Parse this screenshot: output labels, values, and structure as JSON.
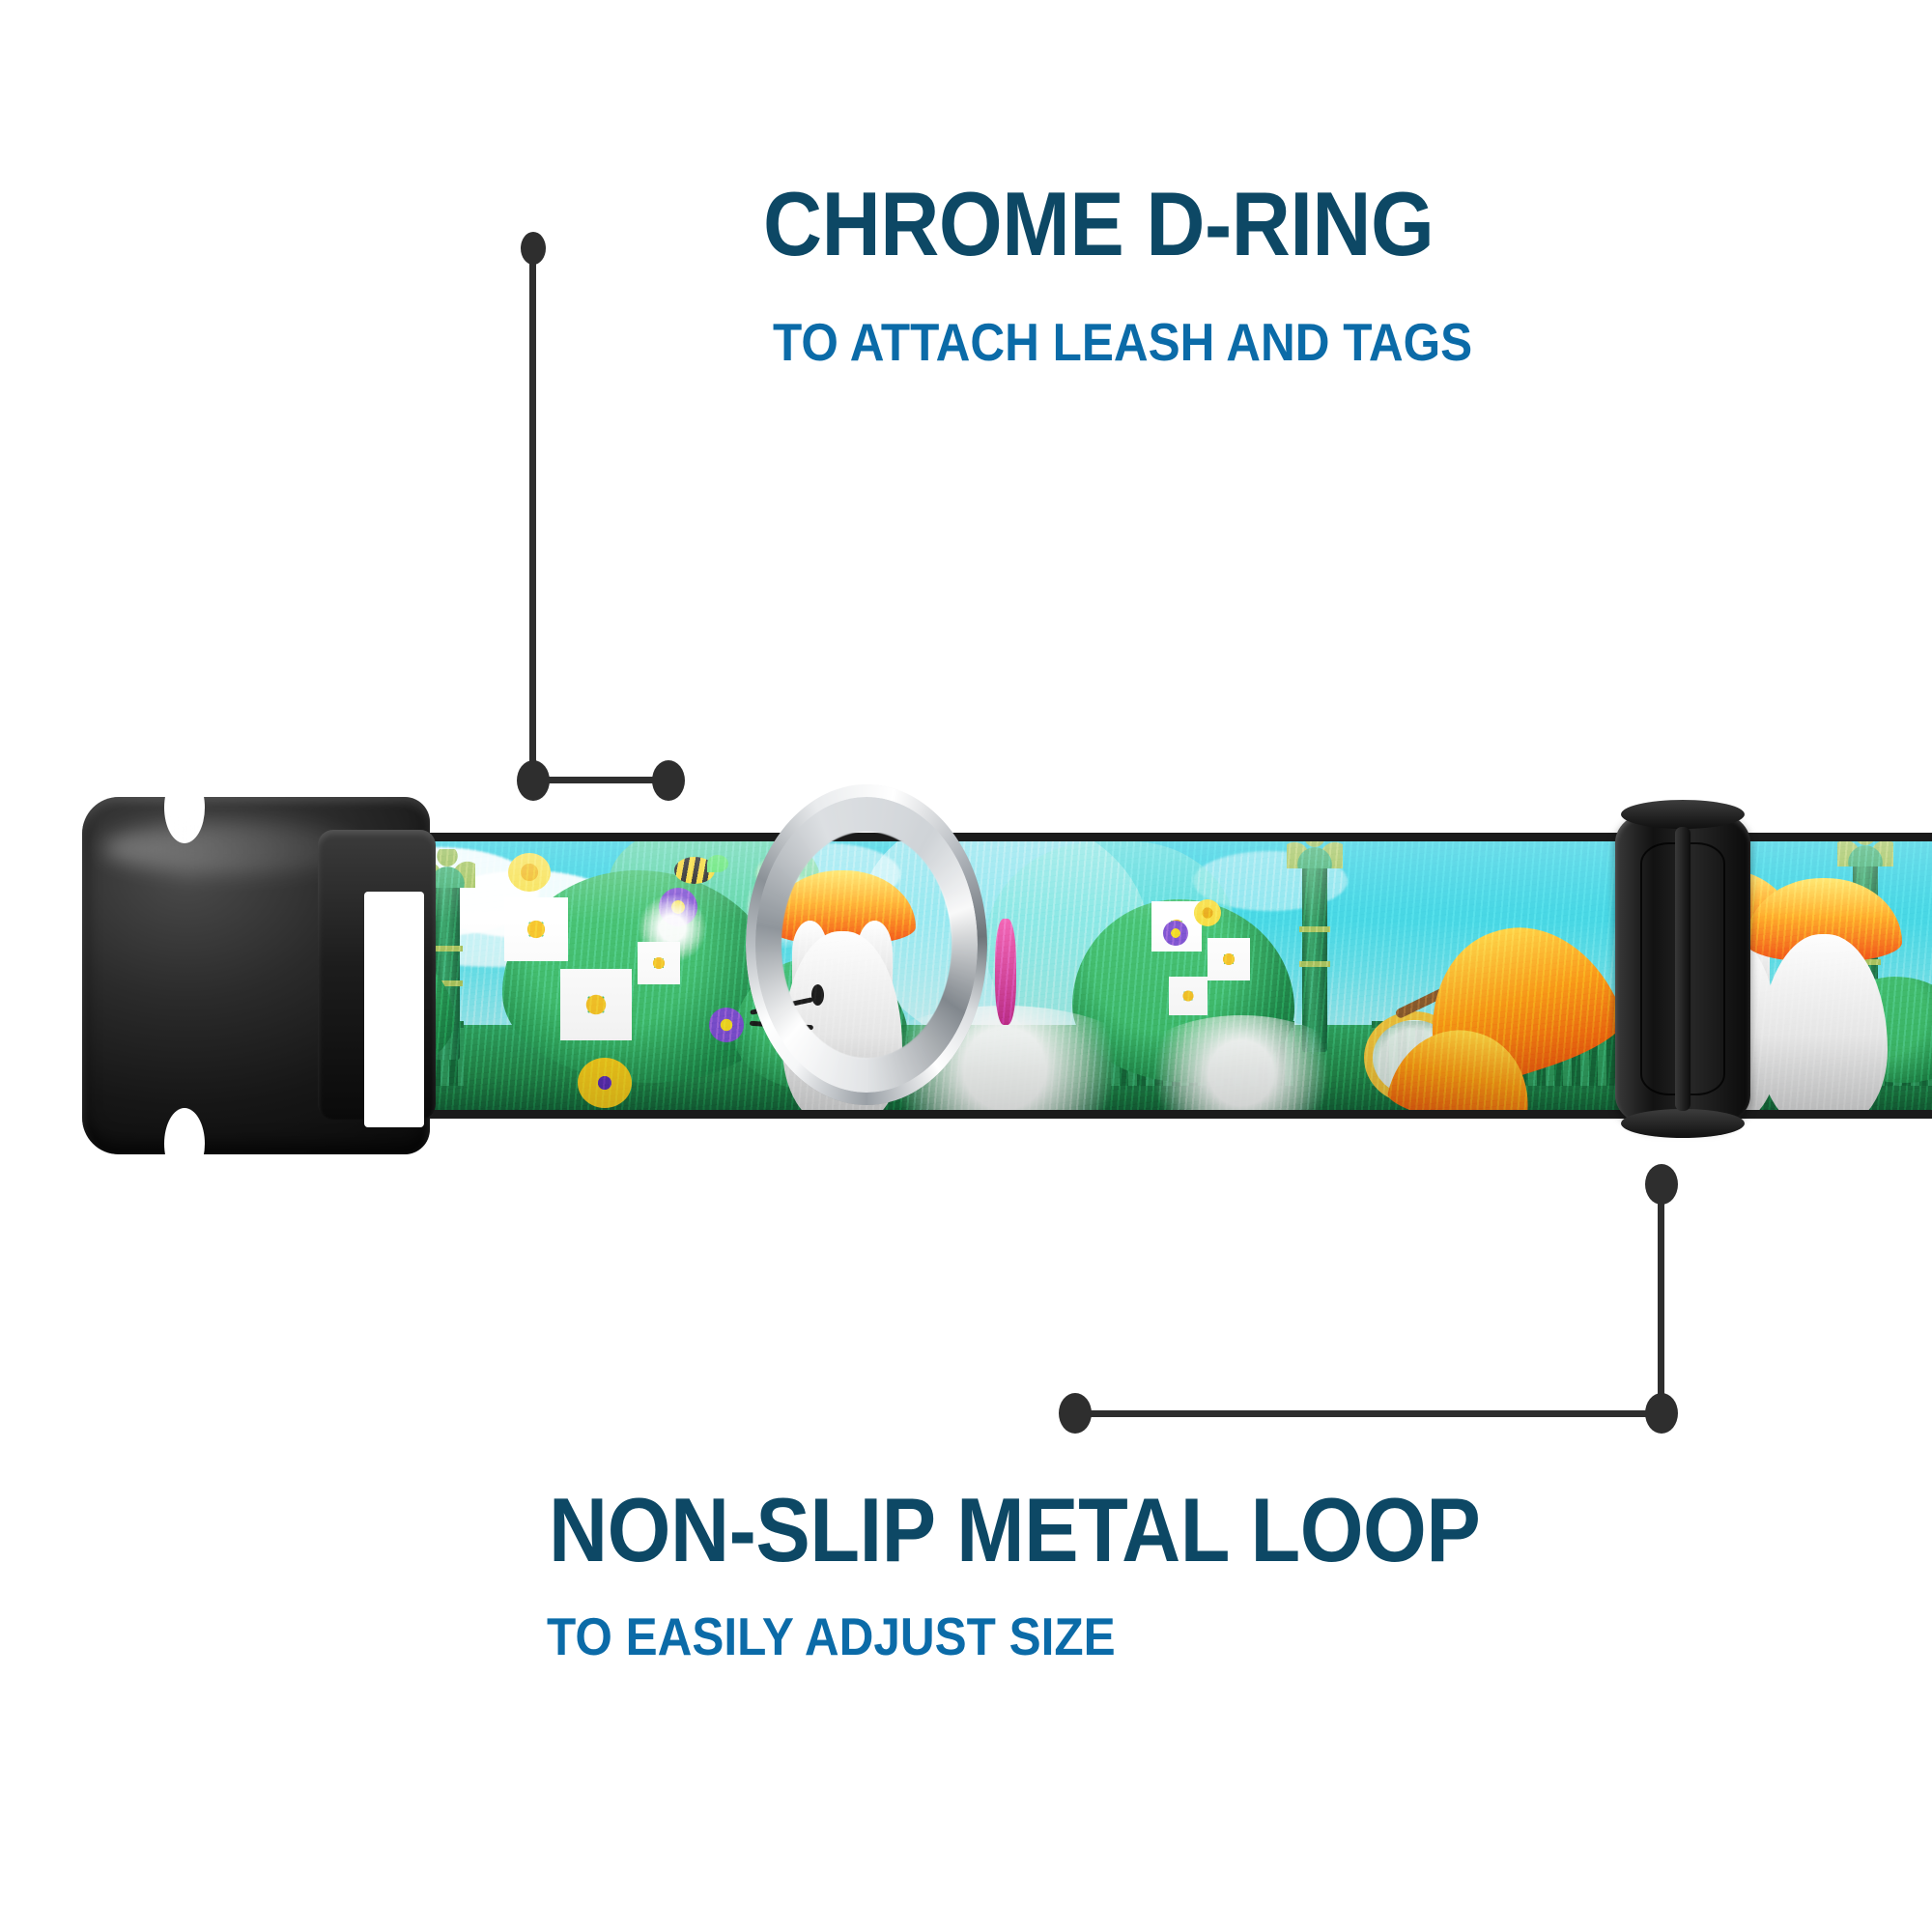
{
  "page": {
    "background_color": "#ffffff",
    "product": "patterned dog collar with side-release buckle"
  },
  "colors": {
    "title_navy": "#0d4865",
    "subtitle_blue": "#0b6ba8",
    "leader_line": "#2e2e2e",
    "buckle_black": "#141414",
    "chrome_silver": "#c9ced3",
    "strap_sky": "#4fd8e6",
    "strap_green": "#1f8a4a"
  },
  "callouts": [
    {
      "id": "chrome-d-ring",
      "title": "CHROME D-RING",
      "subtitle": "TO ATTACH LEASH AND TAGS",
      "target": "d-ring"
    },
    {
      "id": "non-slip-metal-loop",
      "title": "NON-SLIP METAL LOOP",
      "subtitle": "TO EASILY ADJUST SIZE",
      "target": "metal-slide-loop"
    }
  ],
  "parts": {
    "buckle": {
      "name": "side-release buckle",
      "color": "#141414"
    },
    "d_ring": {
      "name": "chrome D-ring",
      "color": "#c9ced3"
    },
    "slide_loop": {
      "name": "non-slip metal slide loop",
      "color": "#141414"
    },
    "webbing": {
      "name": "printed nylon webbing",
      "pattern": "garden scene with cats in sun hats, green lamp posts, picket fence, daisies, dandelions, bee, butterfly net",
      "sky_color": "#4fd8e6"
    }
  }
}
